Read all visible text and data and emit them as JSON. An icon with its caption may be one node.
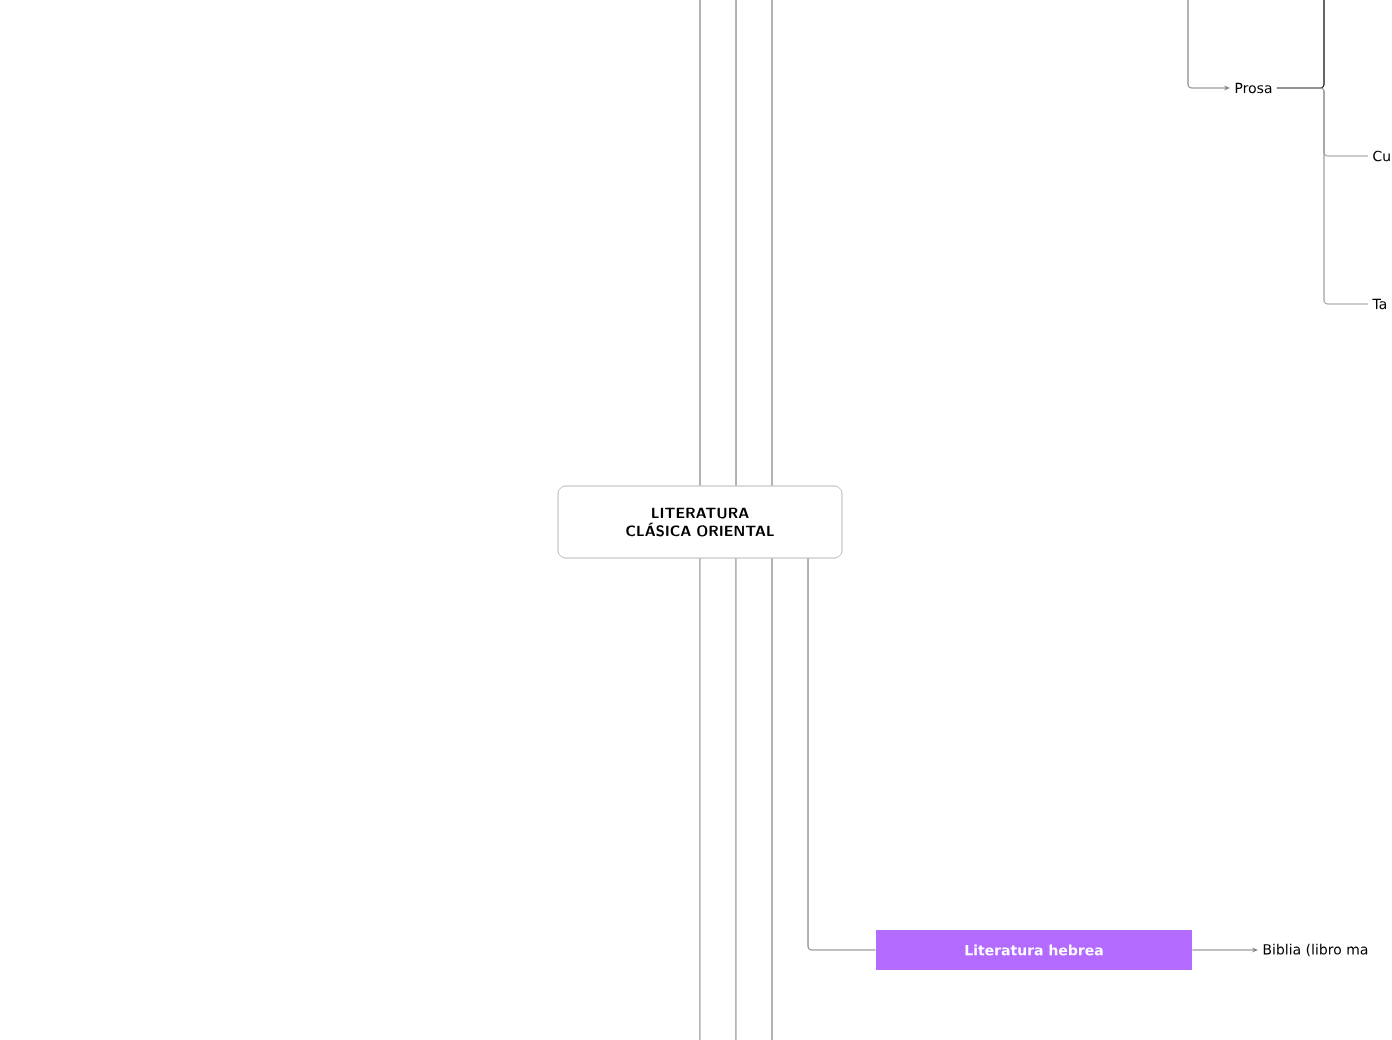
{
  "diagram": {
    "nodes": [
      {
        "text": [
          "LITERATURA CLÁSICA ORIENTAL"
        ]
      },
      {
        "text": [
          "Prosa"
        ]
      },
      {
        "text": [
          "Cu"
        ]
      },
      {
        "text": [
          "Ta"
        ]
      },
      {
        "text": [
          "Literatura hebrea"
        ]
      },
      {
        "text": [
          "Biblia (libro ma"
        ]
      }
    ],
    "edges": [
      {
        "from": 0,
        "to": null,
        "arrow": "none"
      },
      {
        "from": 0,
        "to": null,
        "arrow": "none"
      },
      {
        "from": 0,
        "to": null,
        "arrow": "none"
      },
      {
        "from": 0,
        "to": null,
        "arrow": "none"
      },
      {
        "from": 0,
        "to": null,
        "arrow": "none"
      },
      {
        "from": 0,
        "to": null,
        "arrow": "none"
      },
      {
        "from": 0,
        "to": 4,
        "arrow": "none"
      },
      {
        "from": 4,
        "to": 5,
        "arrow": "to"
      },
      {
        "from": null,
        "to": 1,
        "arrow": "to"
      },
      {
        "from": 1,
        "to": null,
        "arrow": "none",
        "color": "#000000"
      },
      {
        "from": 1,
        "to": 2,
        "arrow": "none"
      },
      {
        "from": 1,
        "to": 3,
        "arrow": "none"
      }
    ]
  }
}
